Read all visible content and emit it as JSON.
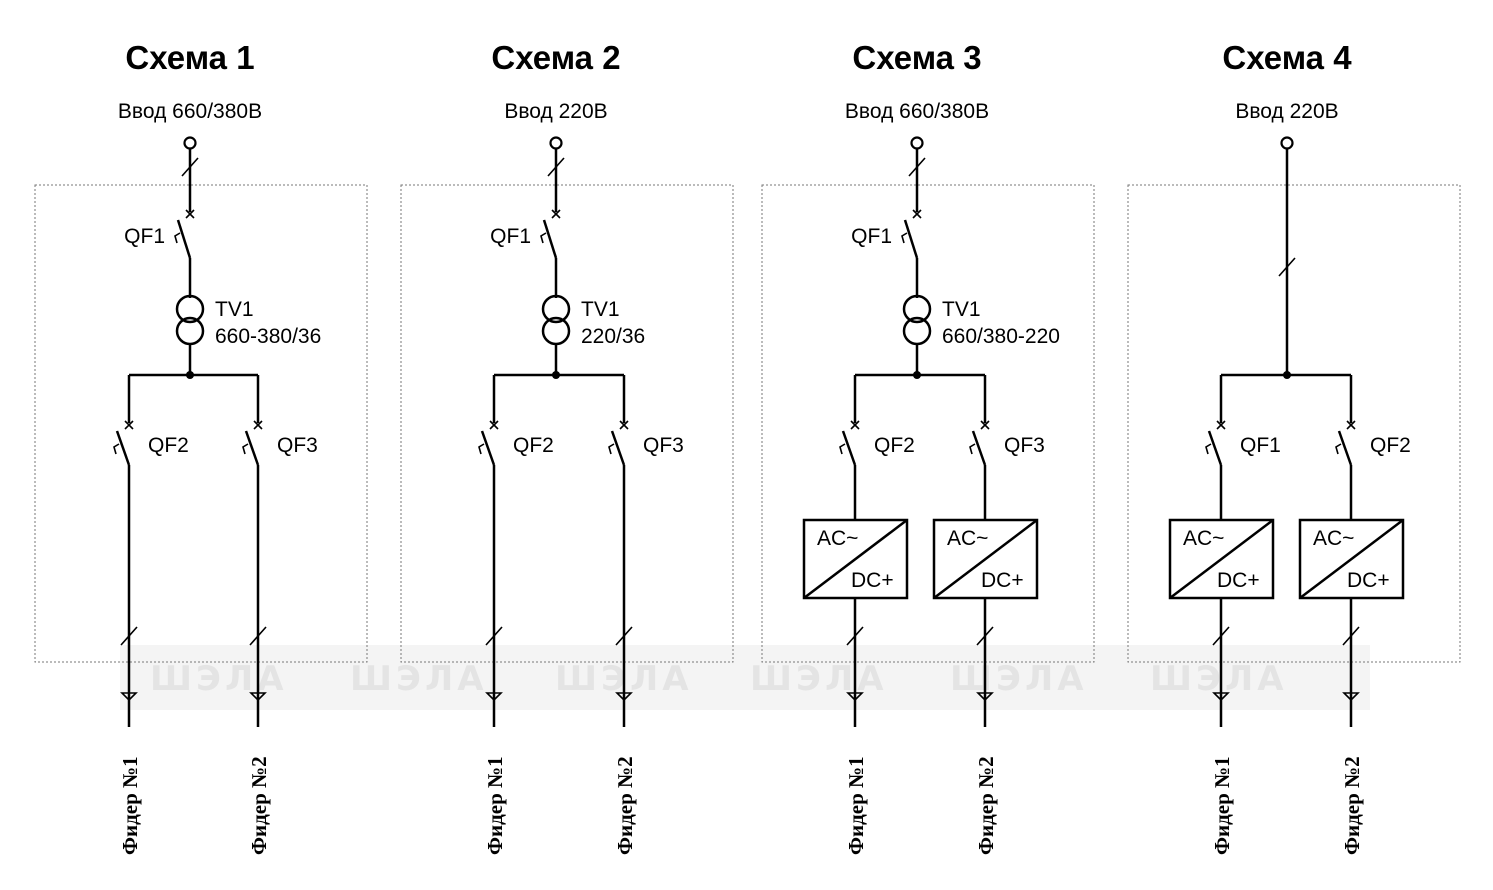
{
  "schemes": [
    {
      "title": "Схема 1",
      "input": "Ввод 660/380В",
      "main_breaker": "QF1",
      "transformer": {
        "name": "TV1",
        "rating": "660-380/36"
      },
      "breakers": [
        "QF2",
        "QF3"
      ],
      "converter": null,
      "feeders": [
        "Фидер №1",
        "Фидер №2"
      ]
    },
    {
      "title": "Схема 2",
      "input": "Ввод 220В",
      "main_breaker": "QF1",
      "transformer": {
        "name": "TV1",
        "rating": "220/36"
      },
      "breakers": [
        "QF2",
        "QF3"
      ],
      "converter": null,
      "feeders": [
        "Фидер №1",
        "Фидер №2"
      ]
    },
    {
      "title": "Схема 3",
      "input": "Ввод 660/380В",
      "main_breaker": "QF1",
      "transformer": {
        "name": "TV1",
        "rating": "660/380-220"
      },
      "breakers": [
        "QF2",
        "QF3"
      ],
      "converter": {
        "ac": "AC~",
        "dc": "DC+"
      },
      "feeders": [
        "Фидер №1",
        "Фидер №2"
      ]
    },
    {
      "title": "Схема 4",
      "input": "Ввод 220В",
      "main_breaker": null,
      "transformer": null,
      "breakers": [
        "QF1",
        "QF2"
      ],
      "converter": {
        "ac": "AC~",
        "dc": "DC+"
      },
      "feeders": [
        "Фидер №1",
        "Фидер №2"
      ]
    }
  ],
  "watermark": {
    "text": "ШЭЛА"
  }
}
